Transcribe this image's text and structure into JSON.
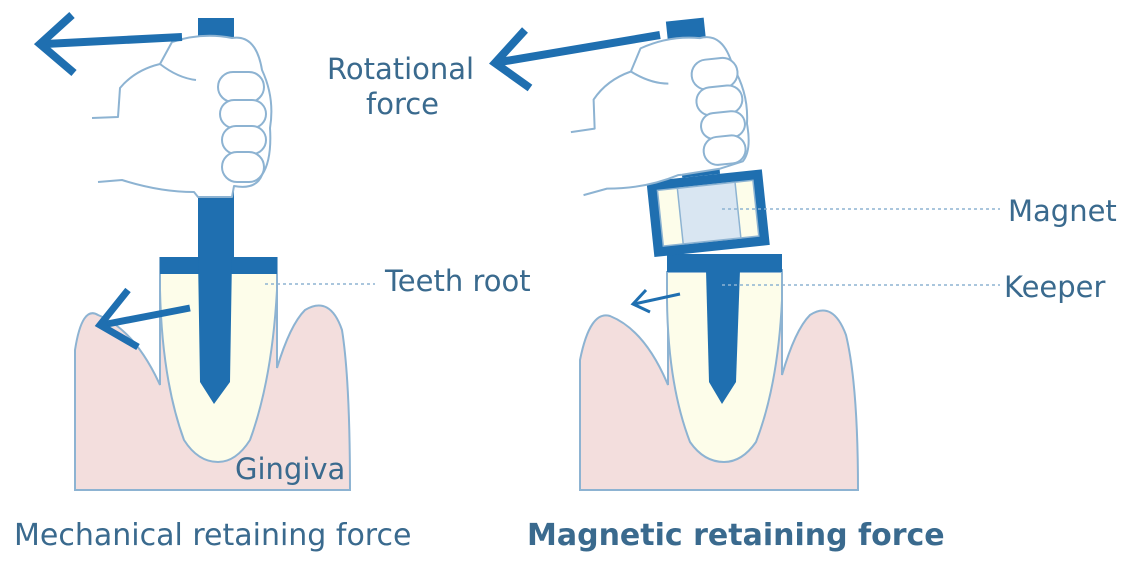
{
  "colors": {
    "metal": "#1f6fb0",
    "outline": "#8db3d2",
    "gum_fill": "#f3dedd",
    "root_fill": "#fdfdea",
    "magnet_fill": "#d9e6f2",
    "text": "#3a6a8e",
    "leader": "#8db3d2"
  },
  "labels": {
    "rotational_force": [
      "Rotational",
      "force"
    ],
    "magnet": "Magnet",
    "keeper": "Keeper",
    "teeth_root": "Teeth root",
    "gingiva": "Gingiva"
  },
  "captions": {
    "mechanical": "Mechanical retaining force",
    "magnetic": "Magnetic retaining force"
  },
  "icons": [
    "hand-icon",
    "rotational-force-arrow-icon",
    "retaining-force-arrow-icon"
  ]
}
